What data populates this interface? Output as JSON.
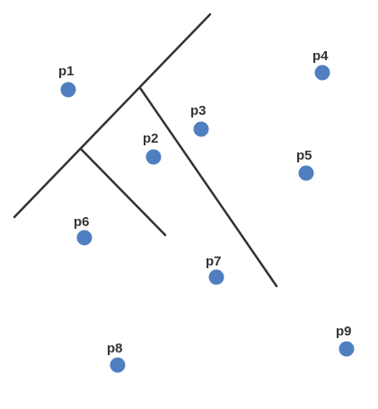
{
  "colors": {
    "point": "#4f7fc1",
    "line": "#333333",
    "label": "#333333"
  },
  "points": [
    {
      "label": "p1"
    },
    {
      "label": "p2"
    },
    {
      "label": "p3"
    },
    {
      "label": "p4"
    },
    {
      "label": "p5"
    },
    {
      "label": "p6"
    },
    {
      "label": "p7"
    },
    {
      "label": "p8"
    },
    {
      "label": "p9"
    }
  ]
}
